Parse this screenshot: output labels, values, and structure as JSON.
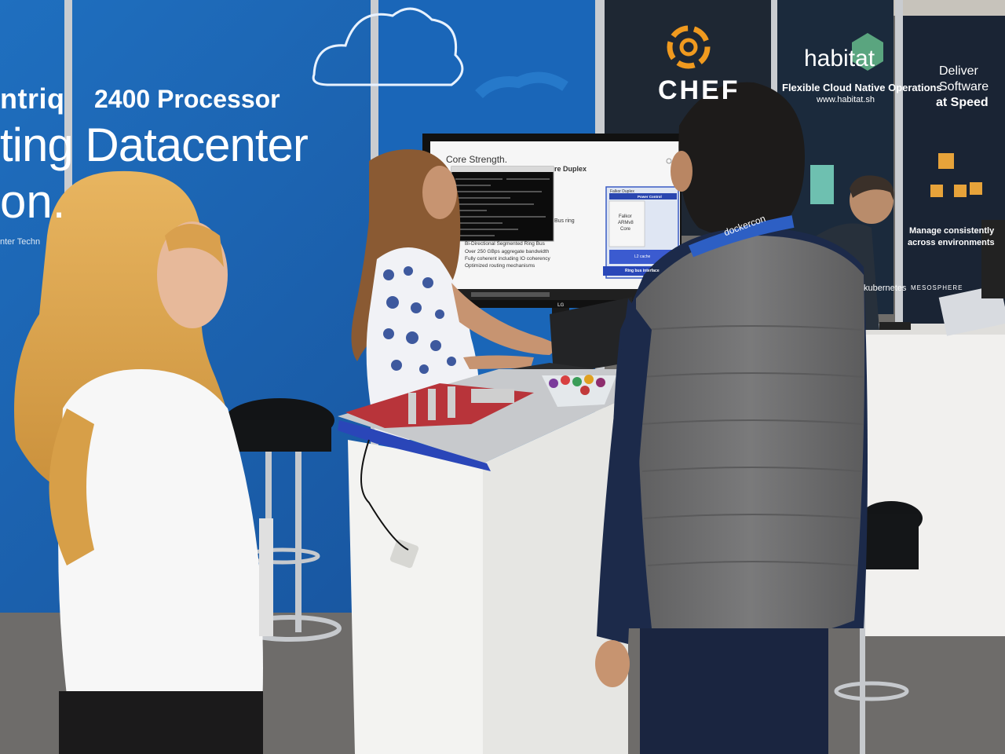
{
  "booth_left": {
    "model": "ntriq",
    "processor": "2400 Processor",
    "line2": "ting Datacenter",
    "line3": "on.",
    "small": "nter Techn"
  },
  "booth_chef": {
    "wordmark": "CHEF"
  },
  "booth_habitat": {
    "wordmark": "habitat",
    "tagline": "Flexible Cloud Native Operations",
    "url": "www.habitat.sh"
  },
  "booth_right": {
    "deliver_1": "Deliver",
    "deliver_2": "Software",
    "deliver_3": "at Speed",
    "manage_1": "Manage consistently",
    "manage_2": "across environments",
    "kubernetes": "kubernetes",
    "mesosphere": "MESOSPHERE"
  },
  "monitor": {
    "slide_title": "Core Strength.",
    "slide_subtitle": "re Duplex",
    "bus_label": "Bus ring",
    "bullets": [
      "Bi-Directional Segmented Ring Bus",
      "Over 250 GBps aggregate bandwidth",
      "Fully coherent including IO coherency",
      "Optimized routing mechanisms"
    ],
    "diagram": {
      "title": "Falkor Duplex",
      "power": "Power Control",
      "core_1": "Falkor",
      "core_2": "ARMv8",
      "core_3": "Core",
      "cache": "L2 cache",
      "ring": "Ring bus interface"
    },
    "brand": "LG"
  },
  "lanyard": {
    "text": "dockercon"
  },
  "colors": {
    "booth_blue": "#1e63b3",
    "booth_navy": "#1b2a3c",
    "carpet": "#6f6d6a",
    "accent_orange": "#f09a1f",
    "habitat_green": "#5aa57f"
  }
}
